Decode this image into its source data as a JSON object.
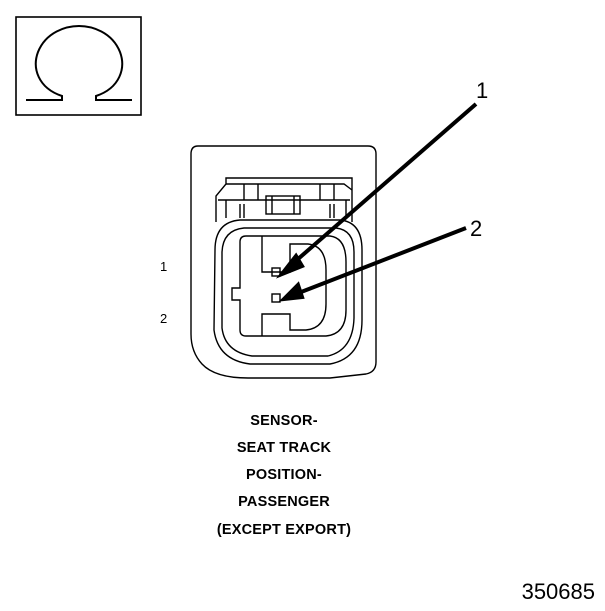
{
  "caption": {
    "lines": [
      "SENSOR-",
      "SEAT TRACK",
      "POSITION-",
      "PASSENGER",
      "(EXCEPT EXPORT)"
    ]
  },
  "pins": {
    "pin1_small": "1",
    "pin2_small": "2",
    "callout1": "1",
    "callout2": "2"
  },
  "figure_id": "350685",
  "icons": {
    "symbol": "ohm-symbol-icon"
  }
}
